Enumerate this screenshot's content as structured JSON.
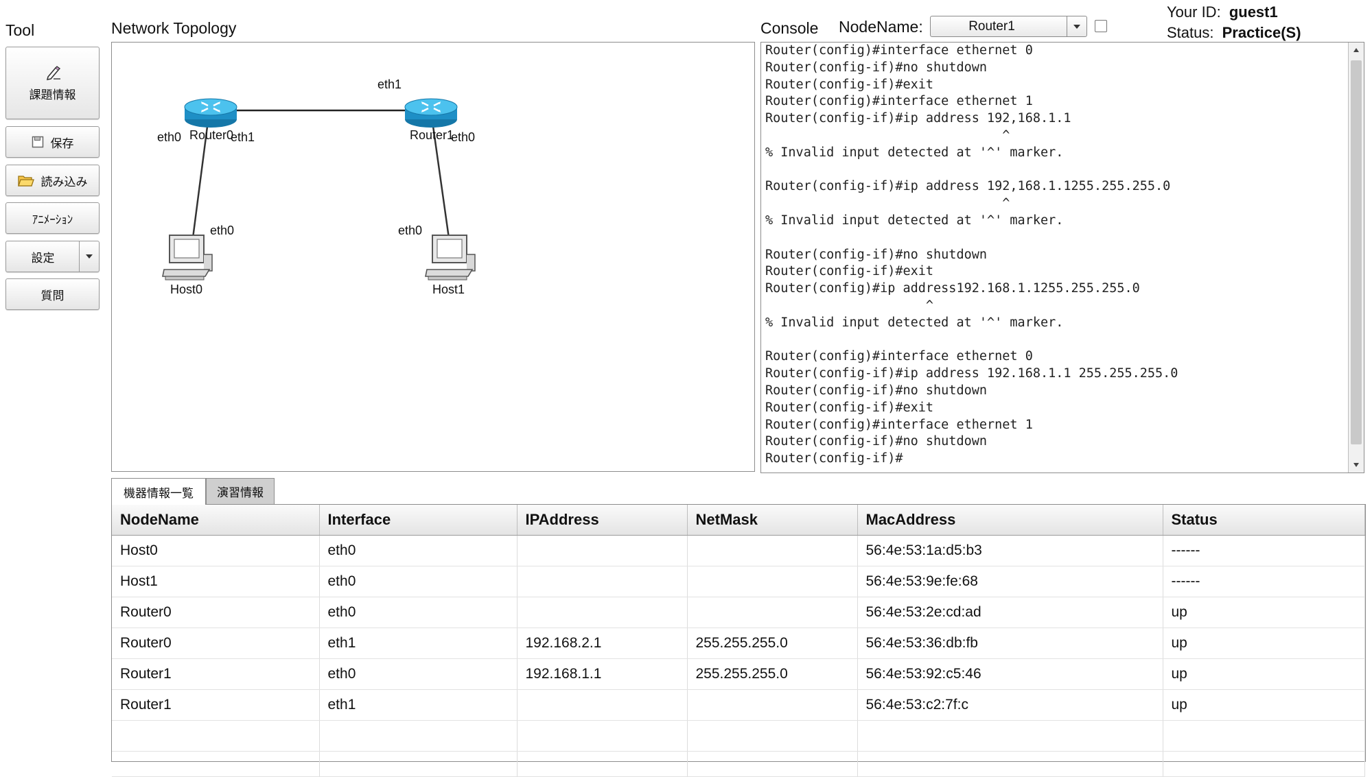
{
  "tool": {
    "label": "Tool",
    "buttons": {
      "task_info": "課題情報",
      "save": "保存",
      "load": "読み込み",
      "animation": "ｱﾆﾒｰｼｮﾝ",
      "settings": "設定",
      "question": "質問"
    }
  },
  "topology": {
    "title": "Network Topology",
    "nodes": {
      "router0": "Router0",
      "router1": "Router1",
      "host0": "Host0",
      "host1": "Host1"
    },
    "ports": {
      "r0_eth0": "eth0",
      "r0_eth1": "eth1",
      "r1_eth1": "eth1",
      "r1_eth0": "eth0",
      "h0_eth0": "eth0",
      "h1_eth0": "eth0"
    }
  },
  "console": {
    "label": "Console",
    "node_name_label": "NodeName:",
    "node_selected": "Router1",
    "lines": [
      "Router(config)#interface ethernet 0",
      "Router(config-if)#no shutdown",
      "Router(config-if)#exit",
      "Router(config)#interface ethernet 1",
      "Router(config-if)#ip address 192,168.1.1",
      "                               ^",
      "% Invalid input detected at '^' marker.",
      "",
      "Router(config-if)#ip address 192,168.1.1255.255.255.0",
      "                               ^",
      "% Invalid input detected at '^' marker.",
      "",
      "Router(config-if)#no shutdown",
      "Router(config-if)#exit",
      "Router(config)#ip address192.168.1.1255.255.255.0",
      "                     ^",
      "% Invalid input detected at '^' marker.",
      "",
      "Router(config)#interface ethernet 0",
      "Router(config-if)#ip address 192.168.1.1 255.255.255.0",
      "Router(config-if)#no shutdown",
      "Router(config-if)#exit",
      "Router(config)#interface ethernet 1",
      "Router(config-if)#no shutdown",
      "Router(config-if)#"
    ]
  },
  "user": {
    "id_label": "Your ID:",
    "id_value": "guest1",
    "status_label": "Status:",
    "status_value": "Practice(S)"
  },
  "tabs": [
    {
      "label": "機器情報一覧",
      "active": true
    },
    {
      "label": "演習情報",
      "active": false
    }
  ],
  "table": {
    "columns": [
      "NodeName",
      "Interface",
      "IPAddress",
      "NetMask",
      "MacAddress",
      "Status"
    ],
    "rows": [
      [
        "Host0",
        "eth0",
        "",
        "",
        "56:4e:53:1a:d5:b3",
        "------"
      ],
      [
        "Host1",
        "eth0",
        "",
        "",
        "56:4e:53:9e:fe:68",
        "------"
      ],
      [
        "Router0",
        "eth0",
        "",
        "",
        "56:4e:53:2e:cd:ad",
        "up"
      ],
      [
        "Router0",
        "eth1",
        "192.168.2.1",
        "255.255.255.0",
        "56:4e:53:36:db:fb",
        "up"
      ],
      [
        "Router1",
        "eth0",
        "192.168.1.1",
        "255.255.255.0",
        "56:4e:53:92:c5:46",
        "up"
      ],
      [
        "Router1",
        "eth1",
        "",
        "",
        "56:4e:53:c2:7f:c",
        "up"
      ]
    ]
  },
  "colors": {
    "router_blue": "#1e9fd6",
    "tab_inactive": "#cfcfcf"
  }
}
